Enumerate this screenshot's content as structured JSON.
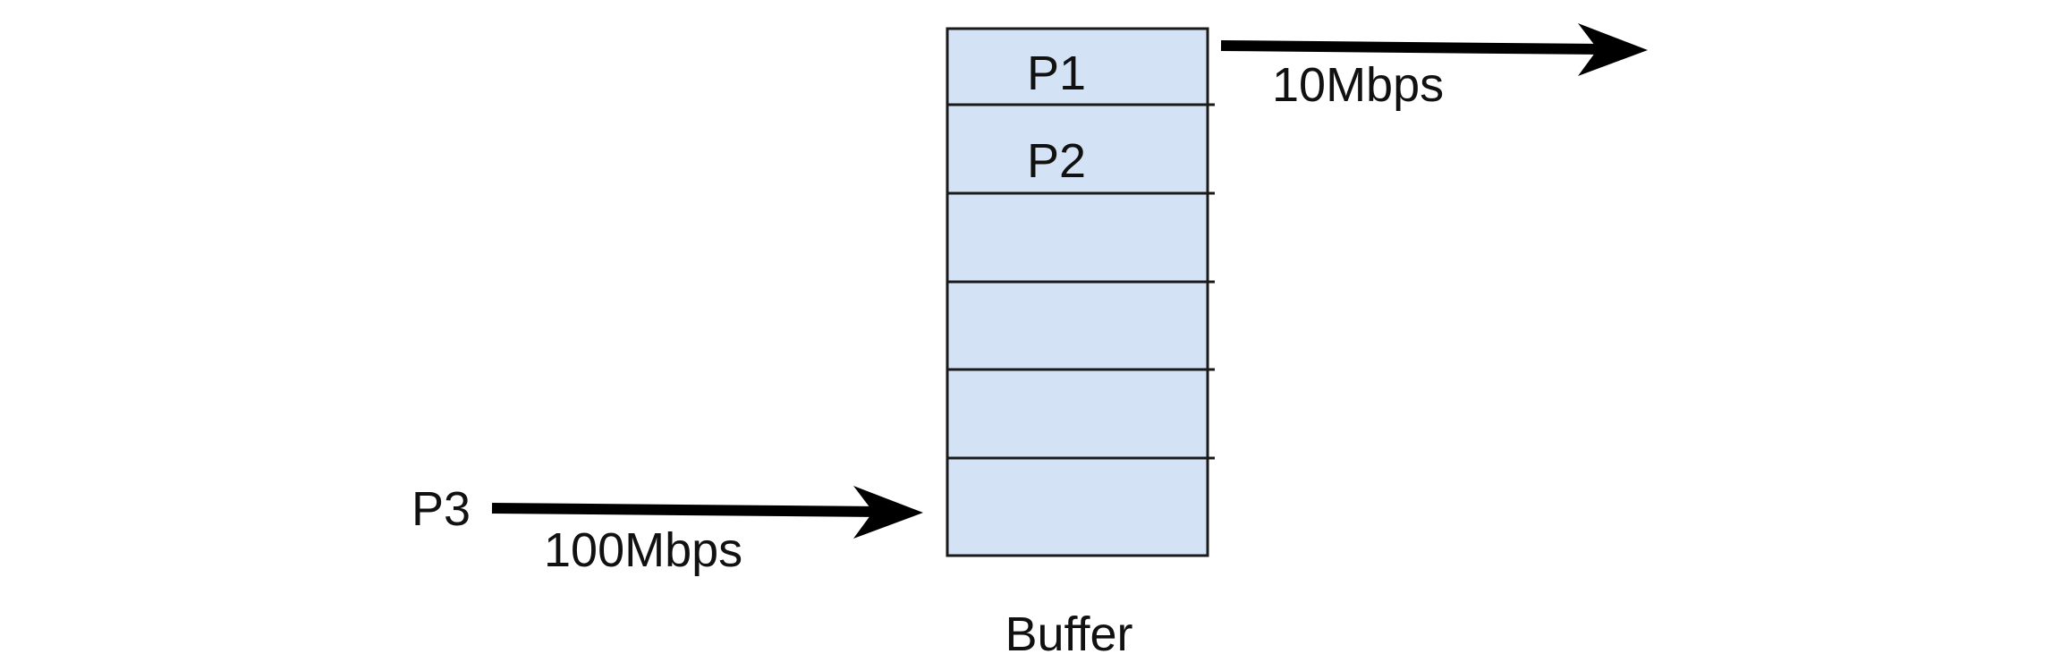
{
  "buffer": {
    "label": "Buffer",
    "slots": [
      "P1",
      "P2",
      "",
      "",
      "",
      ""
    ],
    "fill_color": "#d3e2f4",
    "line_color": "#1a1a1a"
  },
  "outgoing": {
    "rate_label": "10Mbps",
    "direction": "out"
  },
  "incoming": {
    "packet_label": "P3",
    "rate_label": "100Mbps",
    "direction": "in"
  },
  "arrow_color": "#000000"
}
